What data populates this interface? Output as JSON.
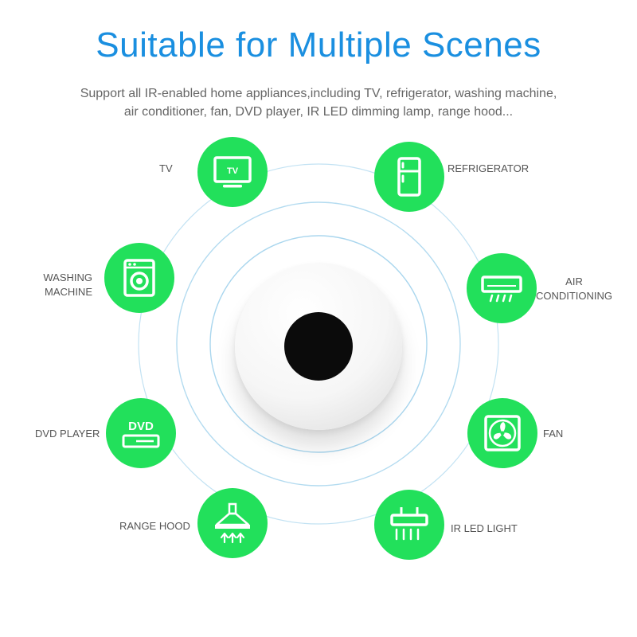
{
  "title": "Suitable for Multiple Scenes",
  "subtitle": {
    "line1": "Support  all IR-enabled home appliances,including TV, refrigerator, washing machine,",
    "line2": "air conditioner, fan, DVD player, IR LED dimming lamp, range hood..."
  },
  "colors": {
    "title": "#1a8fe0",
    "icon_bg": "#22e05b",
    "ring": "#bfe0f2"
  },
  "appliances": [
    {
      "label": "TV",
      "icon": "tv-icon",
      "icon_text": "TV"
    },
    {
      "label": "REFRIGERATOR",
      "icon": "refrigerator-icon"
    },
    {
      "label": "WASHING",
      "label2": "MACHINE",
      "icon": "washing-machine-icon"
    },
    {
      "label": "AIR",
      "label2": "CONDITIONING",
      "icon": "air-conditioner-icon"
    },
    {
      "label": "DVD PLAYER",
      "icon": "dvd-player-icon",
      "icon_text": "DVD"
    },
    {
      "label": "FAN",
      "icon": "fan-icon"
    },
    {
      "label": "RANGE HOOD",
      "icon": "range-hood-icon"
    },
    {
      "label": "IR LED LIGHT",
      "icon": "ir-led-light-icon"
    }
  ]
}
